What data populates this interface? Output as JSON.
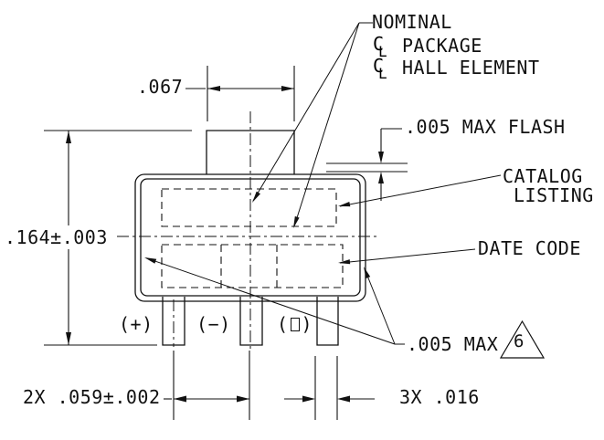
{
  "labels": {
    "nominal_title": "NOMINAL",
    "centerline_c": "C",
    "centerline_l": "L",
    "nominal_item1": "PACKAGE",
    "nominal_item2": "HALL ELEMENT",
    "max_flash": ".005 MAX FLASH",
    "catalog_line1": "CATALOG",
    "catalog_line2": "LISTING",
    "date_code": "DATE CODE",
    "side_flash": ".005 MAX",
    "revision_flag": "6"
  },
  "dimensions": {
    "tab_width": ".067",
    "overall_height": ".164±.003",
    "lead_pitch": "2X .059±.002",
    "lead_width": "3X .016"
  },
  "pins": {
    "pin1": "(+)",
    "pin2": "(−)",
    "pin3_open": "(",
    "pin3_close": ")"
  },
  "colors": {
    "line": "#000000",
    "background": "#ffffff"
  }
}
